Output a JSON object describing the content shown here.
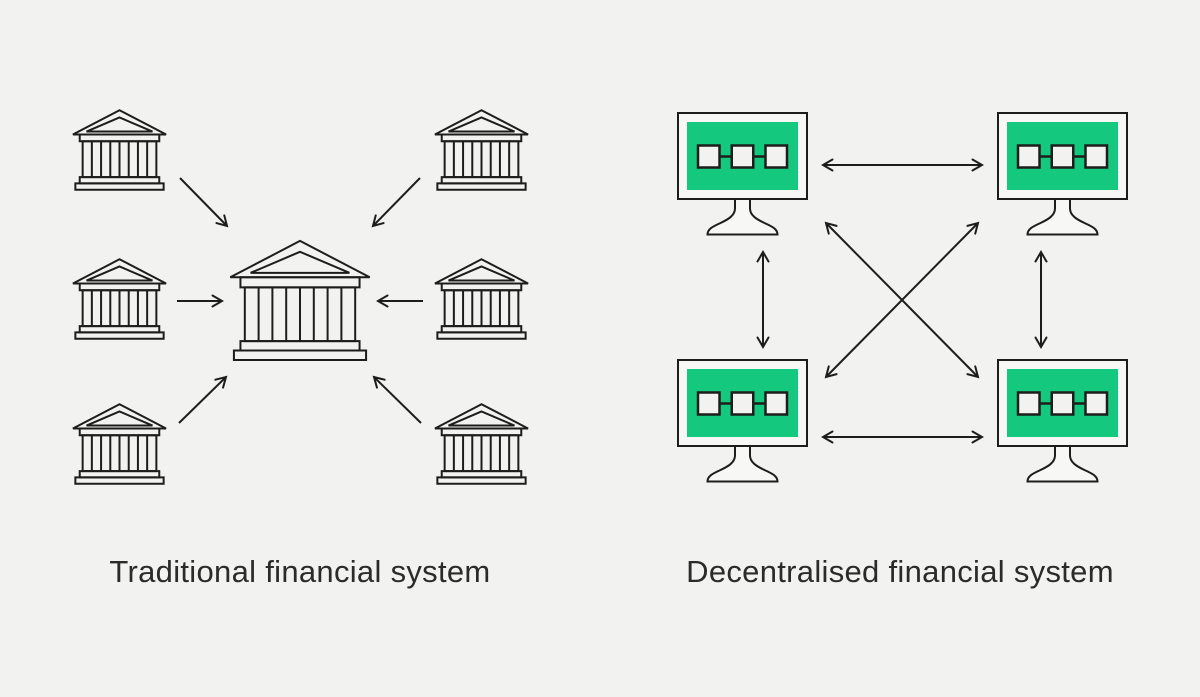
{
  "colors": {
    "background": "#f2f2f0",
    "line": "#1d1d1b",
    "screen_green": "#14c97e",
    "node_fill": "#f7f7f5",
    "block_fill": "#f2f2f0",
    "text": "#2b2b2b"
  },
  "panels": {
    "traditional": {
      "caption": "Traditional financial system",
      "node_icon": "bank-building-icon",
      "structure": "centralised-hub-and-spoke",
      "nodes": [
        "central-bank",
        "bank-top-left",
        "bank-top-right",
        "bank-middle-left",
        "bank-middle-right",
        "bank-bottom-left",
        "bank-bottom-right"
      ],
      "edges": [
        {
          "from": "bank-top-left",
          "to": "central-bank",
          "arrow": "one-way"
        },
        {
          "from": "bank-top-right",
          "to": "central-bank",
          "arrow": "one-way"
        },
        {
          "from": "bank-middle-left",
          "to": "central-bank",
          "arrow": "one-way"
        },
        {
          "from": "bank-middle-right",
          "to": "central-bank",
          "arrow": "one-way"
        },
        {
          "from": "bank-bottom-left",
          "to": "central-bank",
          "arrow": "one-way"
        },
        {
          "from": "bank-bottom-right",
          "to": "central-bank",
          "arrow": "one-way"
        }
      ]
    },
    "decentralised": {
      "caption": "Decentralised financial system",
      "node_icon": "blockchain-computer-icon",
      "structure": "peer-to-peer-mesh",
      "nodes": [
        "node-top-left",
        "node-top-right",
        "node-bottom-left",
        "node-bottom-right"
      ],
      "edges": [
        {
          "from": "node-top-left",
          "to": "node-top-right",
          "arrow": "two-way"
        },
        {
          "from": "node-bottom-left",
          "to": "node-bottom-right",
          "arrow": "two-way"
        },
        {
          "from": "node-top-left",
          "to": "node-bottom-left",
          "arrow": "two-way"
        },
        {
          "from": "node-top-right",
          "to": "node-bottom-right",
          "arrow": "two-way"
        },
        {
          "from": "node-top-left",
          "to": "node-bottom-right",
          "arrow": "two-way"
        },
        {
          "from": "node-top-right",
          "to": "node-bottom-left",
          "arrow": "two-way"
        }
      ]
    }
  }
}
